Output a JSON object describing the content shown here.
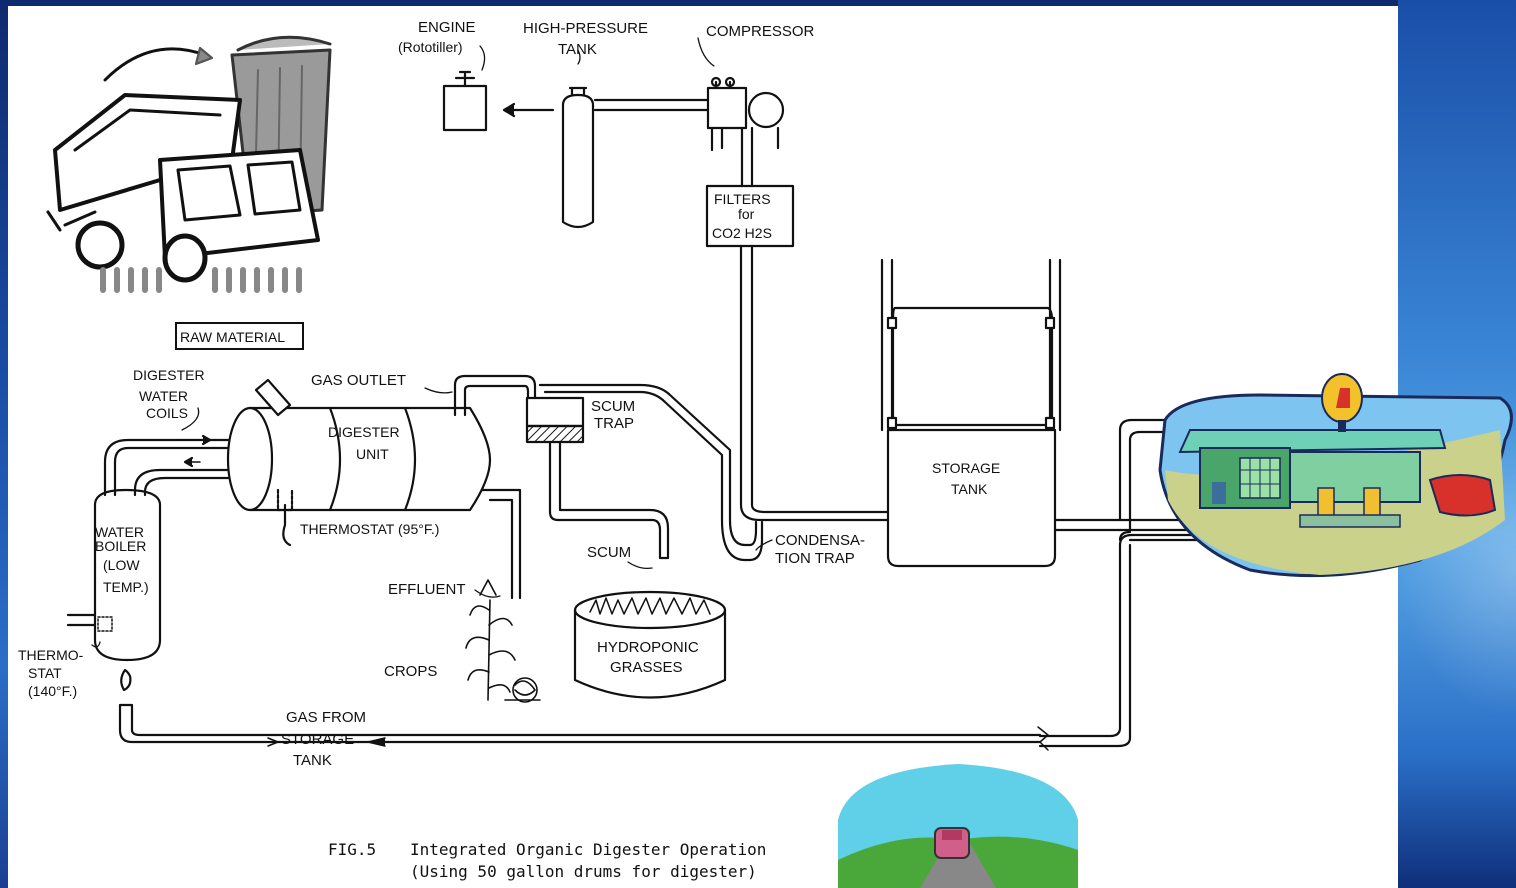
{
  "labels": {
    "engine": "ENGINE",
    "engine_sub": "(Rototiller)",
    "hp_tank_1": "HIGH-PRESSURE",
    "hp_tank_2": "TANK",
    "compressor": "COMPRESSOR",
    "filters_1": "FILTERS",
    "filters_2": "for",
    "filters_3": "CO2  H2S",
    "raw_material": "RAW MATERIAL",
    "digester_coils_1": "DIGESTER",
    "digester_coils_2": "WATER",
    "digester_coils_3": "COILS",
    "gas_outlet": "GAS OUTLET",
    "digester_unit_1": "DIGESTER",
    "digester_unit_2": "UNIT",
    "scum_trap_1": "SCUM",
    "scum_trap_2": "TRAP",
    "storage_tank_1": "STORAGE",
    "storage_tank_2": "TANK",
    "water_boiler_1": "WATER",
    "water_boiler_2": "BOILER",
    "water_boiler_3": "(LOW",
    "water_boiler_4": "TEMP.)",
    "thermostat_95": "THERMOSTAT (95°F.)",
    "scum": "SCUM",
    "condensation_1": "CONDENSA-",
    "condensation_2": "TION  TRAP",
    "effluent": "EFFLUENT",
    "crops": "CROPS",
    "hydroponic_1": "HYDROPONIC",
    "hydroponic_2": "GRASSES",
    "thermo_stat_1": "THERMO-",
    "thermo_stat_2": "STAT",
    "thermo_stat_3": "(140°F.)",
    "gas_from_1": "GAS FROM",
    "gas_from_2": "STORAGE",
    "gas_from_3": "TANK"
  },
  "caption": {
    "fig": "FIG.5",
    "line1": "Integrated Organic Digester Operation",
    "line2": "(Using 50 gallon drums for digester)"
  },
  "colors": {
    "line": "#111111",
    "station_green": "#4aa56a",
    "sky": "#5fd0e8"
  },
  "icons": [
    "dump-truck-icon",
    "gas-station-icon",
    "road-car-icon"
  ]
}
